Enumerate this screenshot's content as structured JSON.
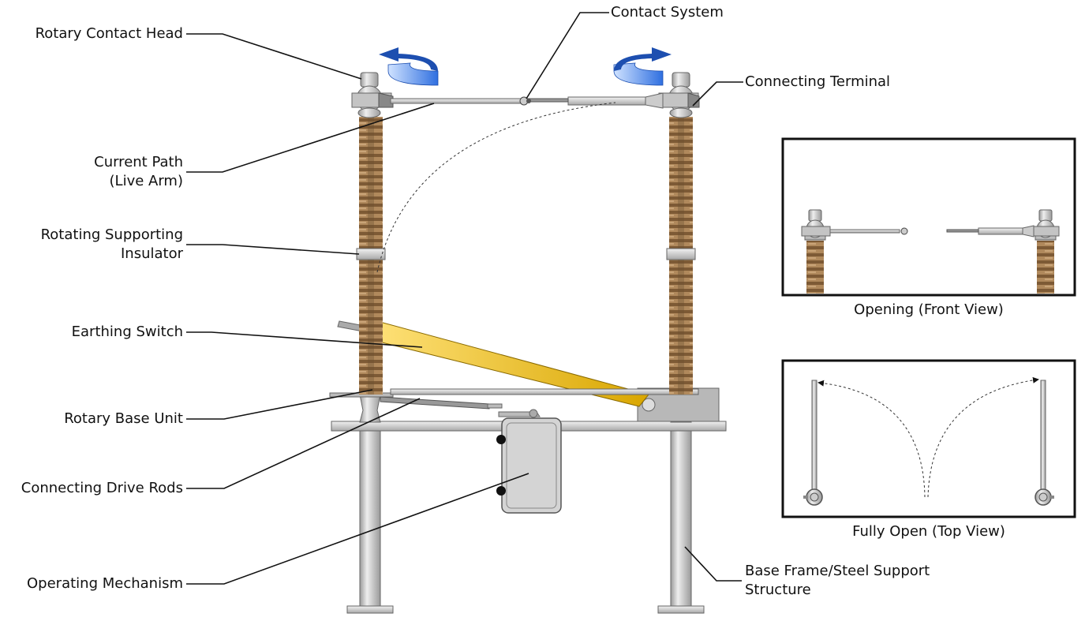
{
  "labels": {
    "rotary_contact_head": "Rotary Contact Head",
    "contact_system": "Contact System",
    "connecting_terminal": "Connecting Terminal",
    "current_path_line1": "Current Path",
    "current_path_line2": "(Live Arm)",
    "rotating_insulator_line1": "Rotating Supporting",
    "rotating_insulator_line2": "Insulator",
    "earthing_switch": "Earthing Switch",
    "rotary_base_unit": "Rotary Base Unit",
    "connecting_drive_rods": "Connecting Drive Rods",
    "operating_mechanism": "Operating Mechanism",
    "base_frame_line1": "Base Frame/Steel Support",
    "base_frame_line2": "Structure"
  },
  "insets": {
    "opening": {
      "caption": "Opening (Front View)"
    },
    "fully_open": {
      "caption": "Fully Open (Top View)"
    }
  },
  "colors": {
    "insulator": "#8a6a45",
    "insulator_dark": "#6b4f30",
    "metal": "#d6d6d6",
    "metal_dark": "#8a8a8a",
    "earthing_arm": "#f2c418",
    "rotation_arrow": "#2f6fe0",
    "line": "#111111"
  }
}
